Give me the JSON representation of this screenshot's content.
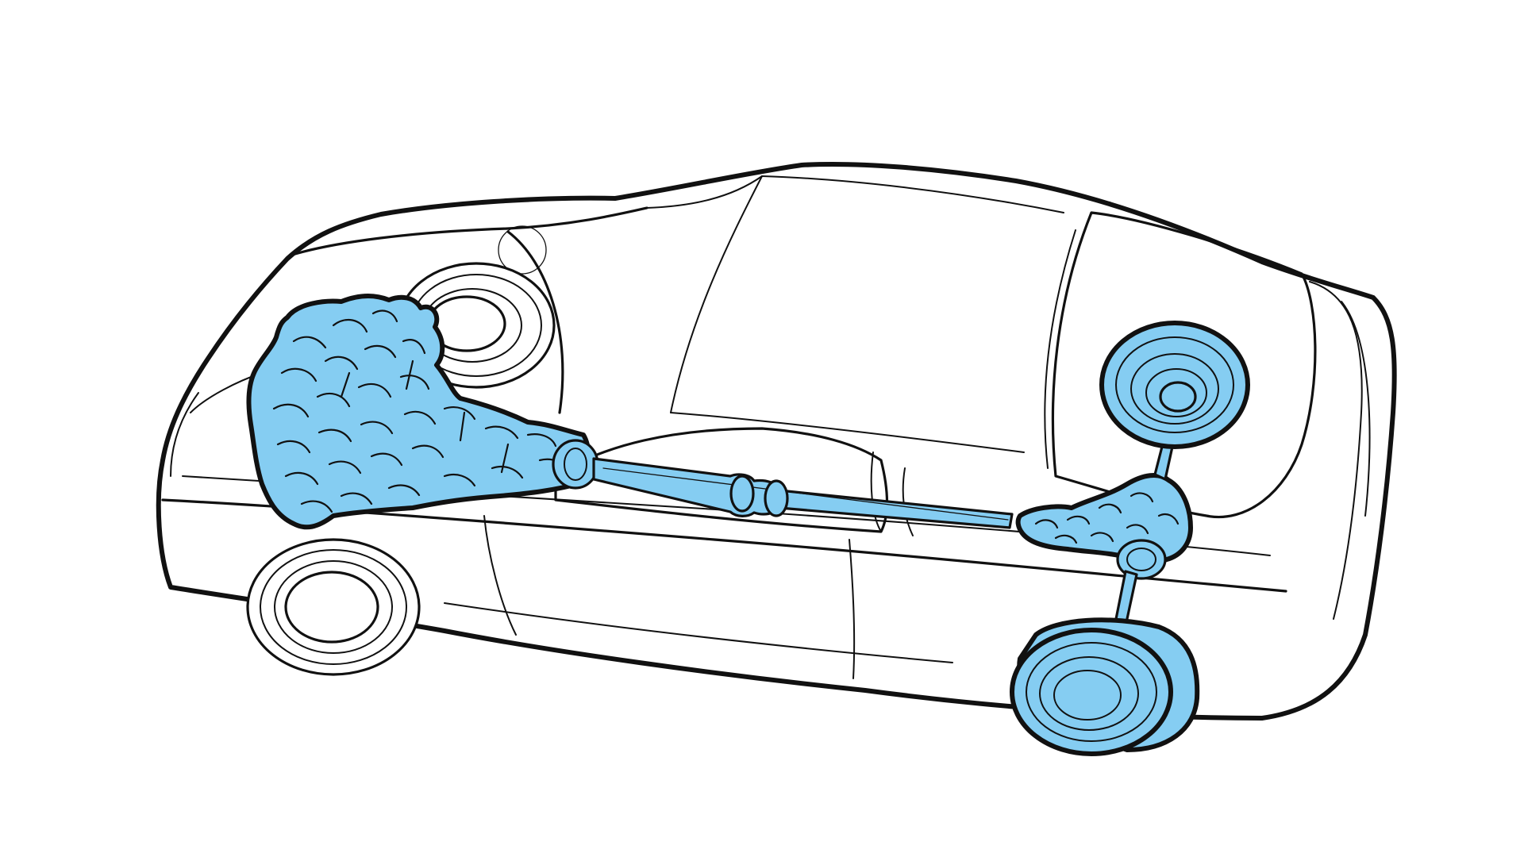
{
  "colors": {
    "highlight": "#85CDF2",
    "line": "#111111",
    "background": "#FFFFFF"
  },
  "components": [
    {
      "id": "engine-transmission",
      "highlighted": true
    },
    {
      "id": "driveshaft",
      "highlighted": true
    },
    {
      "id": "rear-differential",
      "highlighted": true
    },
    {
      "id": "rear-axle",
      "highlighted": true
    },
    {
      "id": "rear-wheel-left",
      "highlighted": true
    },
    {
      "id": "rear-wheel-right",
      "highlighted": true
    },
    {
      "id": "front-wheel-left",
      "highlighted": false
    },
    {
      "id": "front-wheel-right",
      "highlighted": false
    }
  ]
}
